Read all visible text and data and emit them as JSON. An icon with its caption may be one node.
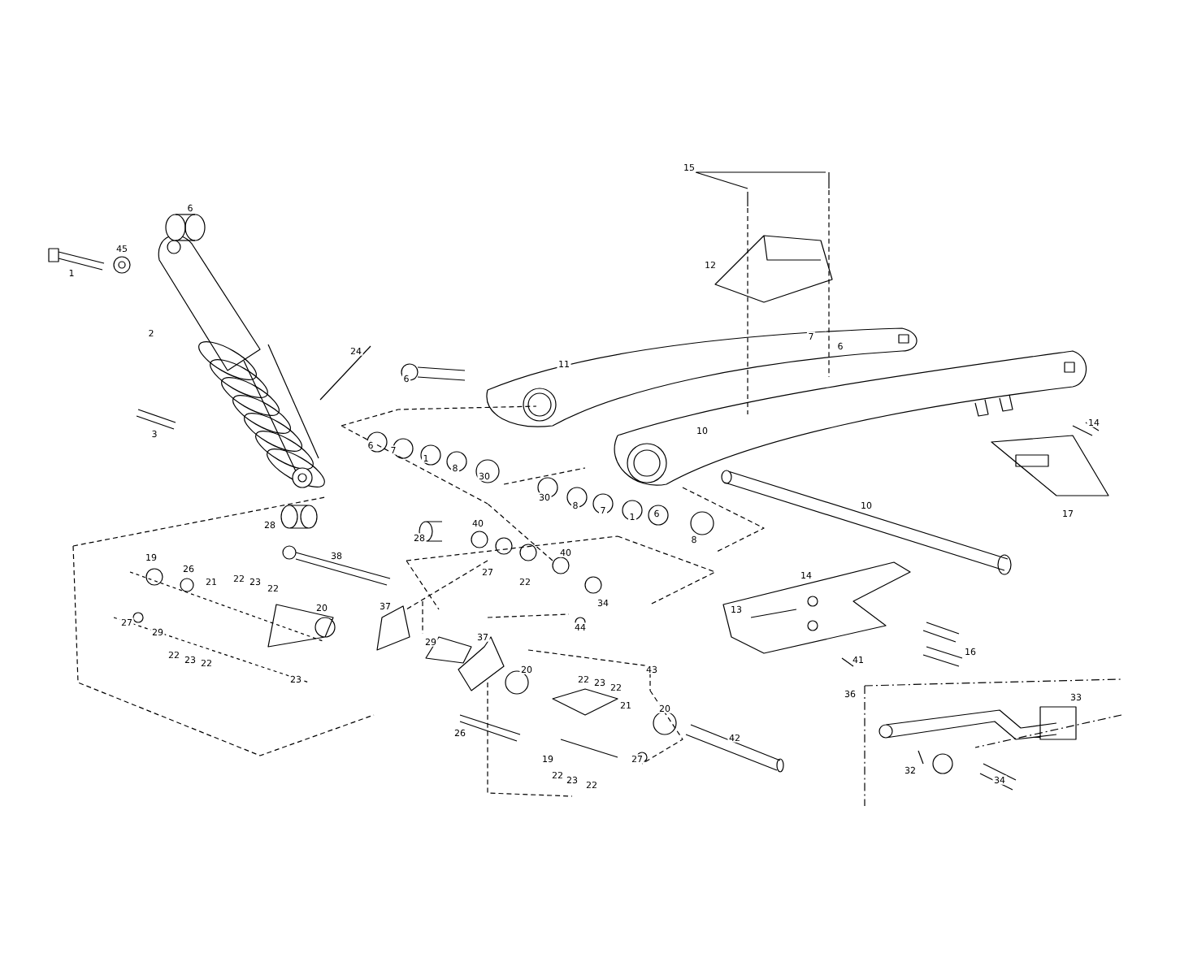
{
  "diagram": {
    "labels": [
      "15",
      "6",
      "45",
      "1",
      "12",
      "2",
      "24",
      "7",
      "6",
      "11",
      "6",
      "3",
      "10",
      "14",
      "6",
      "7",
      "1",
      "8",
      "30",
      "30",
      "8",
      "7",
      "1",
      "6",
      "10",
      "17",
      "28",
      "40",
      "28",
      "8",
      "19",
      "38",
      "40",
      "26",
      "21",
      "22",
      "23",
      "22",
      "27",
      "22",
      "14",
      "20",
      "37",
      "34",
      "13",
      "27",
      "29",
      "29",
      "37",
      "44",
      "22",
      "23",
      "22",
      "20",
      "43",
      "41",
      "16",
      "23",
      "22",
      "23",
      "22",
      "21",
      "20",
      "36",
      "33",
      "26",
      "42",
      "19",
      "22",
      "23",
      "22",
      "27",
      "32",
      "34"
    ]
  }
}
